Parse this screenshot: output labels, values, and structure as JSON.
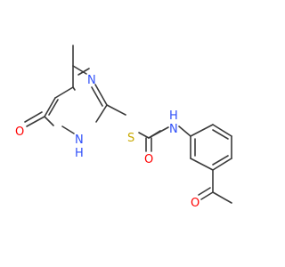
{
  "molecule": {
    "atoms": {
      "O_ring": {
        "symbol": "O",
        "color": "#ff0000"
      },
      "N_ring_top": {
        "symbol": "N",
        "color": "#3050f8"
      },
      "N_ring_bottom": {
        "symbol": "NH",
        "symbol_main": "N",
        "symbol_h": "H",
        "color": "#3050f8"
      },
      "S": {
        "symbol": "S",
        "color": "#c8a800"
      },
      "N_amide": {
        "symbol": "NH",
        "symbol_main": "N",
        "symbol_h": "H",
        "color": "#3050f8"
      },
      "O_amide": {
        "symbol": "O",
        "color": "#ff0000"
      },
      "O_acetyl": {
        "symbol": "O",
        "color": "#ff0000"
      }
    },
    "bond_color": "#3a3a3a"
  }
}
